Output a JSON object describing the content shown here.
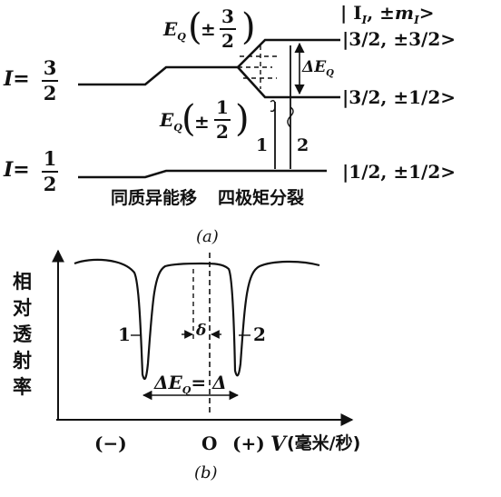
{
  "diagram_a": {
    "header_label": "| I_I, ±m_I >",
    "header_main": "| I",
    "header_sub": "I",
    "header_pm": ", ±",
    "header_m": "m",
    "header_msub": "I",
    "header_close": ">",
    "eq_top": {
      "E": "E",
      "sub": "Q",
      "sign": "±",
      "num": "3",
      "den": "2"
    },
    "eq_bottom": {
      "E": "E",
      "sub": "Q",
      "sign": "±",
      "num": "1",
      "den": "2"
    },
    "delta_eq": {
      "text": "ΔE",
      "sub": "Q"
    },
    "level_I32": {
      "prefix": "I=",
      "num": "3",
      "den": "2"
    },
    "level_I12": {
      "prefix": "I=",
      "num": "1",
      "den": "2"
    },
    "states": [
      "|3/2, ±3/2>",
      "|3/2, ±1/2>",
      "|1/2, ±1/2>"
    ],
    "transition_1": "1",
    "transition_2": "2",
    "caption_isomer": "同质异能移",
    "caption_quad": "四极矩分裂",
    "panel_label": "(a)"
  },
  "spectrum_b": {
    "ylabel_chars": [
      "相",
      "对",
      "透",
      "射",
      "率"
    ],
    "peak_1": "1",
    "peak_2": "2",
    "delta_text": "δ",
    "split_text": "ΔE",
    "split_sub": "Q",
    "split_eq": "= Δ",
    "x_minus": "(−)",
    "x_zero": "O",
    "x_plus": "(+)",
    "x_var": "V",
    "x_unit": "(毫米/秒)",
    "panel_label": "(b)"
  }
}
